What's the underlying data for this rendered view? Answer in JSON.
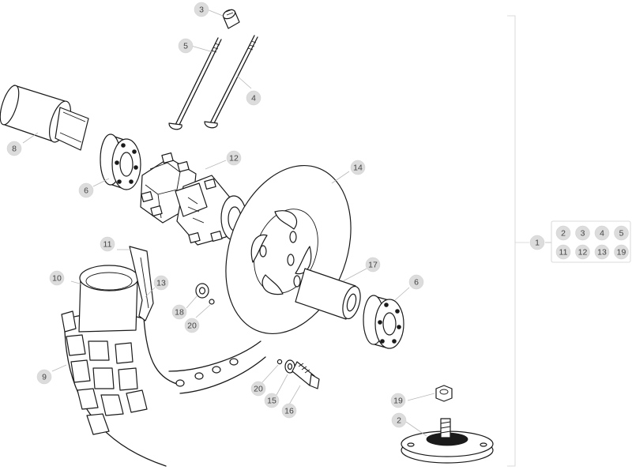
{
  "callouts": [
    {
      "id": "c3",
      "label": "3"
    },
    {
      "id": "c5",
      "label": "5"
    },
    {
      "id": "c4",
      "label": "4"
    },
    {
      "id": "c8",
      "label": "8"
    },
    {
      "id": "c6a",
      "label": "6"
    },
    {
      "id": "c12",
      "label": "12"
    },
    {
      "id": "c14",
      "label": "14"
    },
    {
      "id": "c11",
      "label": "11"
    },
    {
      "id": "c10",
      "label": "10"
    },
    {
      "id": "c13",
      "label": "13"
    },
    {
      "id": "c18",
      "label": "18"
    },
    {
      "id": "c20a",
      "label": "20"
    },
    {
      "id": "c17",
      "label": "17"
    },
    {
      "id": "c6b",
      "label": "6"
    },
    {
      "id": "c9",
      "label": "9"
    },
    {
      "id": "c20b",
      "label": "20"
    },
    {
      "id": "c15",
      "label": "15"
    },
    {
      "id": "c16",
      "label": "16"
    },
    {
      "id": "c19",
      "label": "19"
    },
    {
      "id": "c2",
      "label": "2"
    },
    {
      "id": "c1",
      "label": "1"
    }
  ],
  "kit": {
    "assembly_label": "1",
    "members": [
      "2",
      "3",
      "4",
      "5",
      "11",
      "12",
      "13",
      "19"
    ]
  }
}
